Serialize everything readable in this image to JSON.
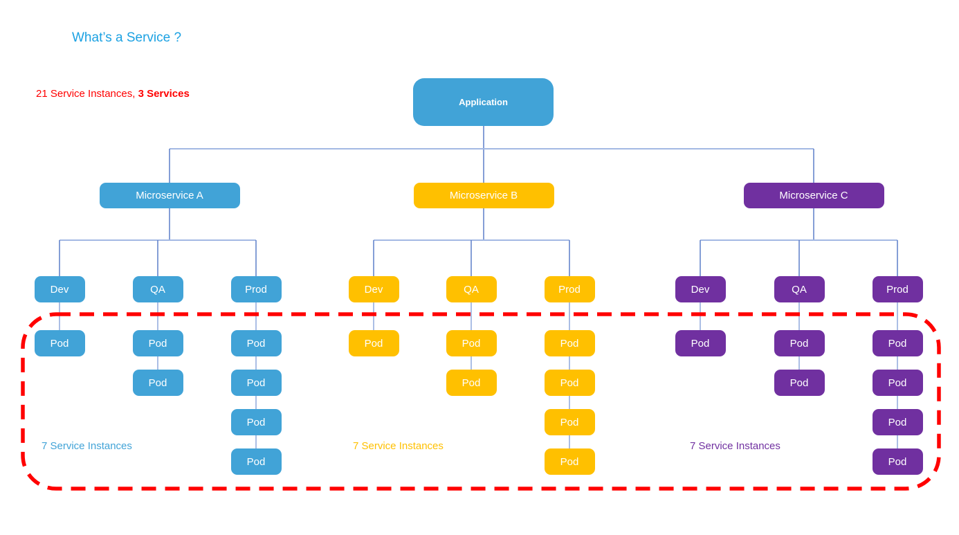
{
  "title": "What’s a Service ?",
  "stats": {
    "normal": "21 Service Instances, ",
    "bold": "3 Services"
  },
  "colors": {
    "blue": "#41A3D7",
    "yellow": "#FFC000",
    "purple": "#7030A0",
    "red": "#FF0000",
    "title_blue": "#1BA1E2",
    "connector_vertical": "#5B7EC9",
    "connector_horizontal": "#A3B8E3",
    "pod_link": "#8FA8DC"
  },
  "root": {
    "label": "Application",
    "color": "#41A3D7"
  },
  "pod_label": "Pod",
  "services": [
    {
      "label": "Microservice A",
      "color": "#41A3D7",
      "caption": "7 Service Instances",
      "environments": [
        {
          "label": "Dev",
          "pods": 1
        },
        {
          "label": "QA",
          "pods": 2
        },
        {
          "label": "Prod",
          "pods": 4
        }
      ]
    },
    {
      "label": "Microservice B",
      "color": "#FFC000",
      "caption": "7 Service Instances",
      "environments": [
        {
          "label": "Dev",
          "pods": 1
        },
        {
          "label": "QA",
          "pods": 2
        },
        {
          "label": "Prod",
          "pods": 4
        }
      ]
    },
    {
      "label": "Microservice C",
      "color": "#7030A0",
      "caption": "7 Service Instances",
      "environments": [
        {
          "label": "Dev",
          "pods": 1
        },
        {
          "label": "QA",
          "pods": 2
        },
        {
          "label": "Prod",
          "pods": 4
        }
      ]
    }
  ]
}
